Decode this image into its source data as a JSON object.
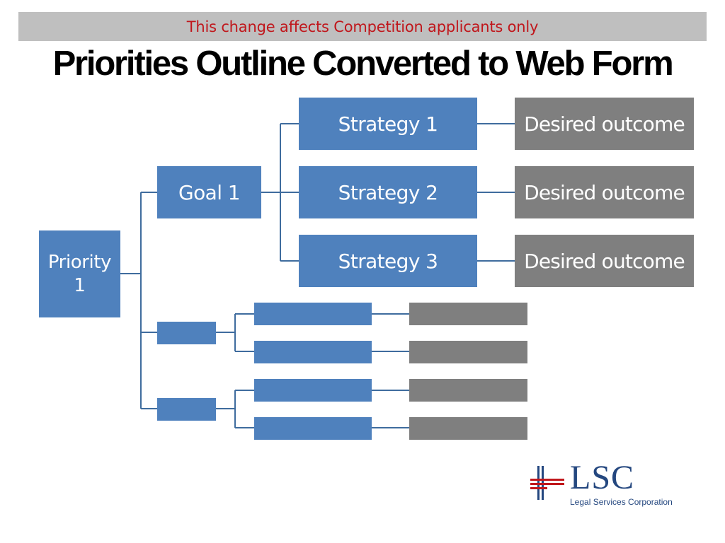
{
  "banner": {
    "text": "This change affects Competition applicants only"
  },
  "title": "Priorities Outline Converted to Web Form",
  "tree": {
    "priority": "Priority\n1",
    "goal": "Goal 1",
    "strategies": [
      "Strategy 1",
      "Strategy 2",
      "Strategy 3"
    ],
    "outcomes": [
      "Desired outcome",
      "Desired outcome",
      "Desired outcome"
    ]
  },
  "logo": {
    "name": "LSC",
    "subtitle": "Legal Services Corporation"
  },
  "colors": {
    "blue": "#4f81bd",
    "gray": "#7f7f7f",
    "banner_text": "#c0171c",
    "logo": "#24477f",
    "connector": "#3f6c9e"
  }
}
